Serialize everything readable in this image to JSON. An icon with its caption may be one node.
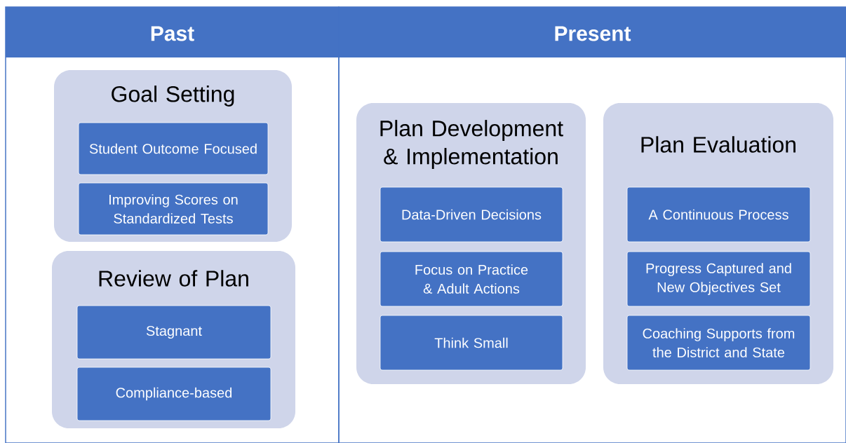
{
  "diagram": {
    "nodes": [
      {
        "text": [
          "Past"
        ]
      },
      {
        "text": [
          "Goal Setting"
        ],
        "in": 0
      },
      {
        "text": [
          "Student Outcome Focused"
        ],
        "in": 1
      },
      {
        "text": [
          "Improving Scores on Standardized Tests"
        ],
        "in": 1
      },
      {
        "text": [
          "Review of Plan"
        ],
        "in": 0
      },
      {
        "text": [
          "Stagnant"
        ],
        "in": 4
      },
      {
        "text": [
          "Compliance-based"
        ],
        "in": 4
      },
      {
        "text": [
          "Present"
        ]
      },
      {
        "text": [
          "Plan Development & Implementation"
        ],
        "in": 7
      },
      {
        "text": [
          "Data-Driven Decisions"
        ],
        "in": 8
      },
      {
        "text": [
          "Focus on Practice & Adult Actions"
        ],
        "in": 8
      },
      {
        "text": [
          "Think Small"
        ],
        "in": 8
      },
      {
        "text": [
          "Plan Evaluation"
        ],
        "in": 7
      },
      {
        "text": [
          "A Continuous Process"
        ],
        "in": 12
      },
      {
        "text": [
          "Progress Captured and New Objectives Set"
        ],
        "in": 12
      },
      {
        "text": [
          "Coaching Supports from the District and State"
        ],
        "in": 12
      }
    ]
  }
}
